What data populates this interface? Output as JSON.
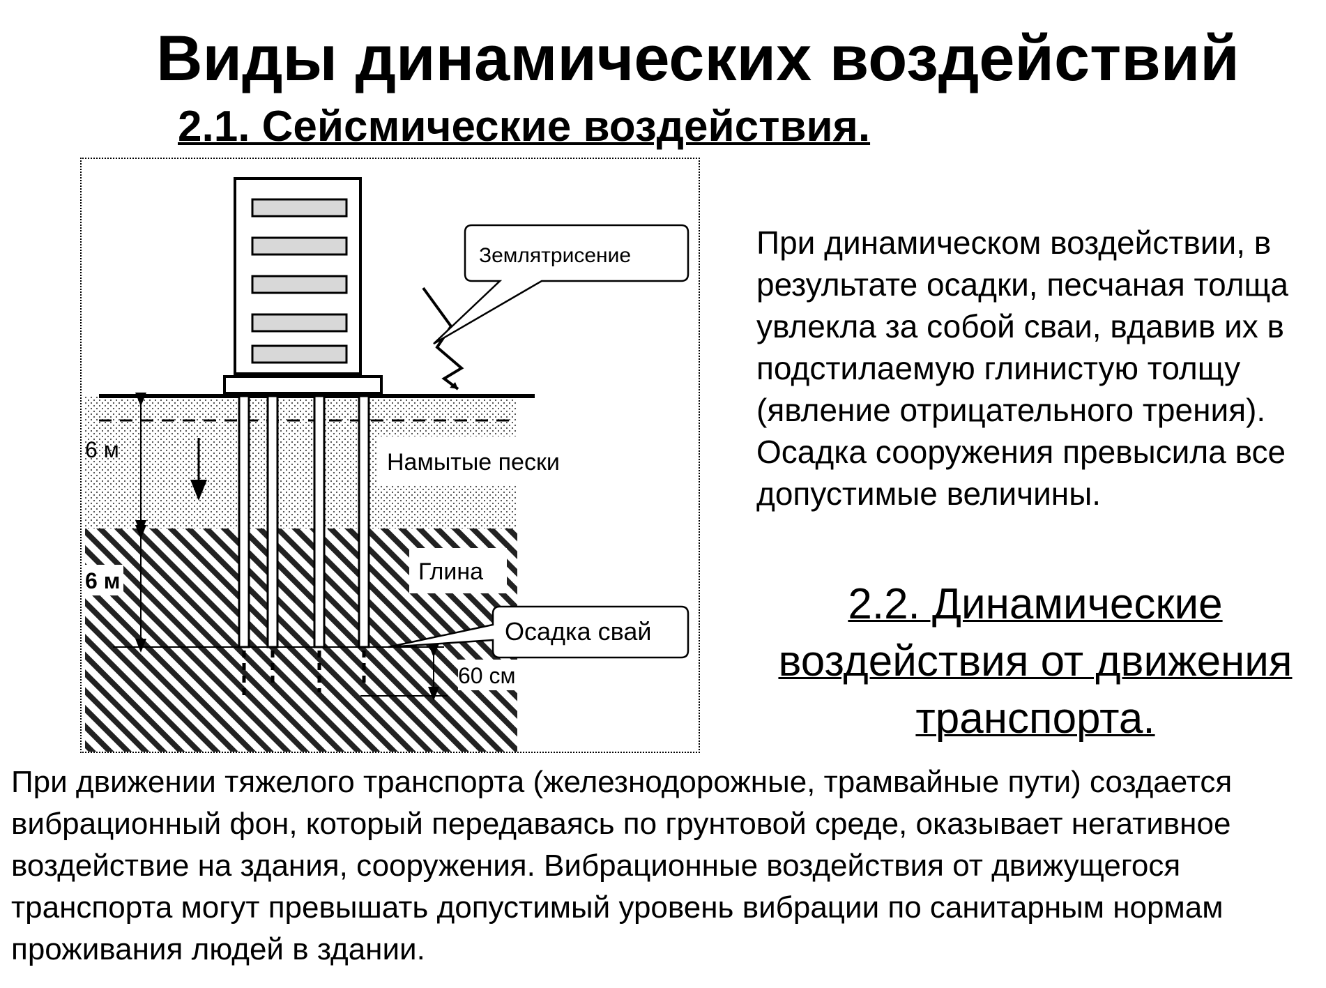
{
  "title": "Виды динамических воздействий",
  "section1": {
    "heading": "2.1. Сейсмические воздействия.",
    "paragraph": "При динамическом воздействии, в результате осадки, песчаная толща увлекла за собой сваи, вдавив их в подстилаемую глинистую толщу (явление отрицательного трения). Осадка сооружения превысила все допустимые величины."
  },
  "diagram": {
    "callout_earthquake": "Землятрисение",
    "label_sand": "Намытые пески",
    "label_clay": "Глина",
    "callout_settlement": "Осадка свай",
    "dim_sand": "6 м",
    "dim_clay": "6 м",
    "dim_settlement": "60 см"
  },
  "section2": {
    "heading": "2.2. Динамические воздействия от движения транспорта.",
    "paragraph": "При движении тяжелого транспорта (железнодорожные, трамвайные пути) создается вибрационный фон, который передаваясь по грунтовой среде, оказывает негативное воздействие на здания, сооружения. Вибрационные воздействия от движущегося транспорта могут превышать допустимый уровень вибрации по санитарным нормам проживания людей в здании."
  }
}
